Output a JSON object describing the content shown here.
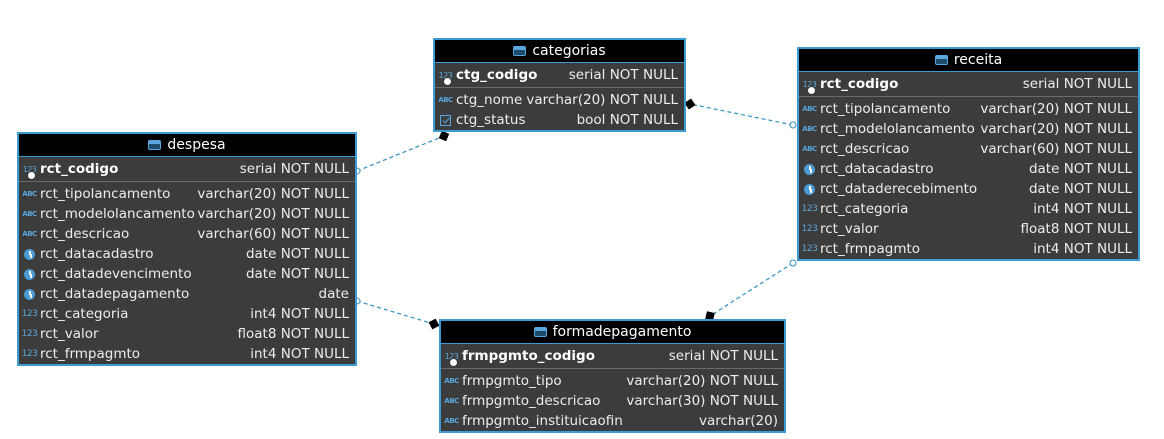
{
  "diagram": {
    "entities": [
      {
        "id": "despesa",
        "name": "despesa",
        "pk": {
          "name": "rct_codigo",
          "type": "serial NOT NULL",
          "icon": "numeric-key-icon"
        },
        "columns": [
          {
            "name": "rct_tipolancamento",
            "type": "varchar(20) NOT NULL",
            "icon": "abc"
          },
          {
            "name": "rct_modelolancamento",
            "type": "varchar(20) NOT NULL",
            "icon": "abc"
          },
          {
            "name": "rct_descricao",
            "type": "varchar(60) NOT NULL",
            "icon": "abc"
          },
          {
            "name": "rct_datacadastro",
            "type": "date NOT NULL",
            "icon": "clock"
          },
          {
            "name": "rct_datadevencimento",
            "type": "date NOT NULL",
            "icon": "clock"
          },
          {
            "name": "rct_datadepagamento",
            "type": "date",
            "icon": "clock"
          },
          {
            "name": "rct_categoria",
            "type": "int4 NOT NULL",
            "icon": "num"
          },
          {
            "name": "rct_valor",
            "type": "float8 NOT NULL",
            "icon": "num"
          },
          {
            "name": "rct_frmpagmto",
            "type": "int4 NOT NULL",
            "icon": "num"
          }
        ]
      },
      {
        "id": "categorias",
        "name": "categorias",
        "pk": {
          "name": "ctg_codigo",
          "type": "serial NOT NULL",
          "icon": "numeric-key-icon"
        },
        "columns": [
          {
            "name": "ctg_nome",
            "type": "varchar(20) NOT NULL",
            "icon": "abc"
          },
          {
            "name": "ctg_status",
            "type": "bool NOT NULL",
            "icon": "check"
          }
        ]
      },
      {
        "id": "receita",
        "name": "receita",
        "pk": {
          "name": "rct_codigo",
          "type": "serial NOT NULL",
          "icon": "numeric-key-icon"
        },
        "columns": [
          {
            "name": "rct_tipolancamento",
            "type": "varchar(20) NOT NULL",
            "icon": "abc"
          },
          {
            "name": "rct_modelolancamento",
            "type": "varchar(20) NOT NULL",
            "icon": "abc"
          },
          {
            "name": "rct_descricao",
            "type": "varchar(60) NOT NULL",
            "icon": "abc"
          },
          {
            "name": "rct_datacadastro",
            "type": "date NOT NULL",
            "icon": "clock"
          },
          {
            "name": "rct_dataderecebimento",
            "type": "date NOT NULL",
            "icon": "clock"
          },
          {
            "name": "rct_categoria",
            "type": "int4 NOT NULL",
            "icon": "num"
          },
          {
            "name": "rct_valor",
            "type": "float8 NOT NULL",
            "icon": "num"
          },
          {
            "name": "rct_frmpagmto",
            "type": "int4 NOT NULL",
            "icon": "num"
          }
        ]
      },
      {
        "id": "formadepagamento",
        "name": "formadepagamento",
        "pk": {
          "name": "frmpgmto_codigo",
          "type": "serial NOT NULL",
          "icon": "numeric-key-icon"
        },
        "columns": [
          {
            "name": "frmpgmto_tipo",
            "type": "varchar(20) NOT NULL",
            "icon": "abc"
          },
          {
            "name": "frmpgmto_descricao",
            "type": "varchar(30) NOT NULL",
            "icon": "abc"
          },
          {
            "name": "frmpgmto_instituicaofin",
            "type": "varchar(20)",
            "icon": "abc"
          }
        ]
      }
    ],
    "relationships": [
      {
        "from": "despesa",
        "to": "categorias"
      },
      {
        "from": "despesa",
        "to": "formadepagamento"
      },
      {
        "from": "receita",
        "to": "categorias"
      },
      {
        "from": "receita",
        "to": "formadepagamento"
      }
    ],
    "colors": {
      "link": "#2f8fc4",
      "border": "#3d9bd4",
      "header_bg": "#000000",
      "body_bg": "#3c3c3c",
      "text": "#ededed"
    },
    "icon_labels": {
      "num": "123",
      "abc": "ABC"
    }
  }
}
